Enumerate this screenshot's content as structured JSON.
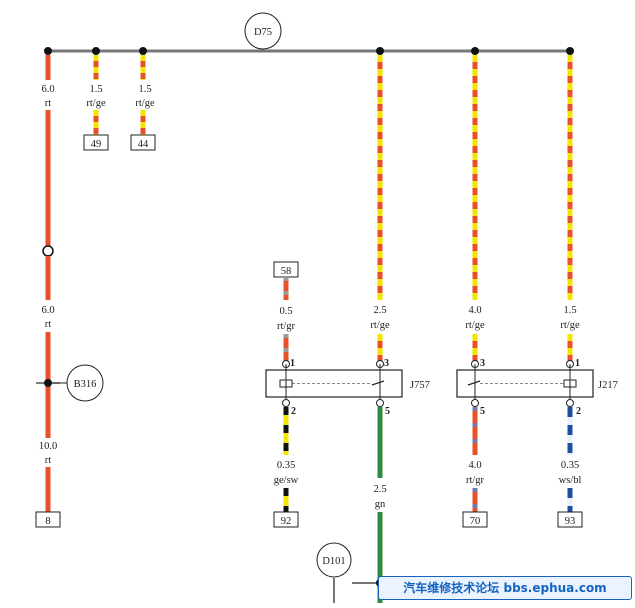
{
  "bus_label": "D75",
  "ground_label": "D101",
  "connector_label": "B316",
  "relays": {
    "j757": "J757",
    "j217": "J217"
  },
  "wires": [
    {
      "id": "w1",
      "size": "6.0",
      "color": "rt"
    },
    {
      "id": "w2",
      "size": "1.5",
      "color": "rt/ge"
    },
    {
      "id": "w3",
      "size": "1.5",
      "color": "rt/ge"
    },
    {
      "id": "w4",
      "size": "6.0",
      "color": "rt"
    },
    {
      "id": "w5",
      "size": "10.0",
      "color": "rt"
    },
    {
      "id": "w6",
      "size": "0.5",
      "color": "rt/gr"
    },
    {
      "id": "w7",
      "size": "2.5",
      "color": "rt/ge"
    },
    {
      "id": "w8",
      "size": "4.0",
      "color": "rt/ge"
    },
    {
      "id": "w9",
      "size": "1.5",
      "color": "rt/ge"
    },
    {
      "id": "w10",
      "size": "0.35",
      "color": "ge/sw"
    },
    {
      "id": "w11",
      "size": "2.5",
      "color": "gn"
    },
    {
      "id": "w12",
      "size": "4.0",
      "color": "rt/gr"
    },
    {
      "id": "w13",
      "size": "0.35",
      "color": "ws/bl"
    }
  ],
  "terminals": {
    "t49": "49",
    "t44": "44",
    "t8": "8",
    "t58": "58",
    "t92": "92",
    "t70": "70",
    "t93": "93"
  },
  "pins": {
    "j757_in_a": "1",
    "j757_in_b": "3",
    "j757_out_a": "2",
    "j757_out_b": "5",
    "j217_in_a": "3",
    "j217_in_b": "1",
    "j217_out_a": "5",
    "j217_out_b": "2"
  },
  "watermark": "汽车维修技术论坛 bbs.ephua.com",
  "colors": {
    "red": "#e8522a",
    "yellow": "#f2e600",
    "green": "#2e8b3d",
    "blue": "#1f4fa0",
    "grey": "#9a9a9a",
    "bus": "#777777",
    "black": "#111111"
  }
}
